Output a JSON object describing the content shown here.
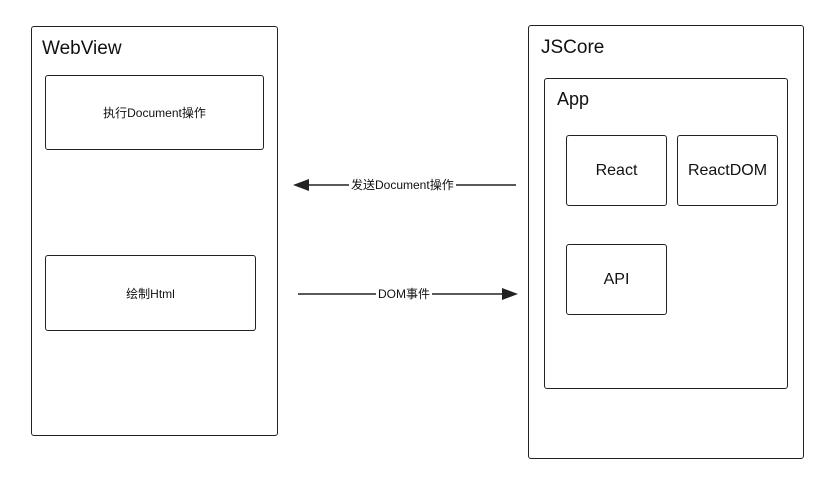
{
  "webview": {
    "title": "WebView",
    "step1": "执行Document操作",
    "step2": "绘制Html"
  },
  "jscore": {
    "title": "JSCore",
    "app": {
      "title": "App",
      "modules": [
        "React",
        "ReactDOM",
        "API"
      ]
    }
  },
  "edges": {
    "to_webview": "发送Document操作",
    "to_jscore": "DOM事件"
  }
}
